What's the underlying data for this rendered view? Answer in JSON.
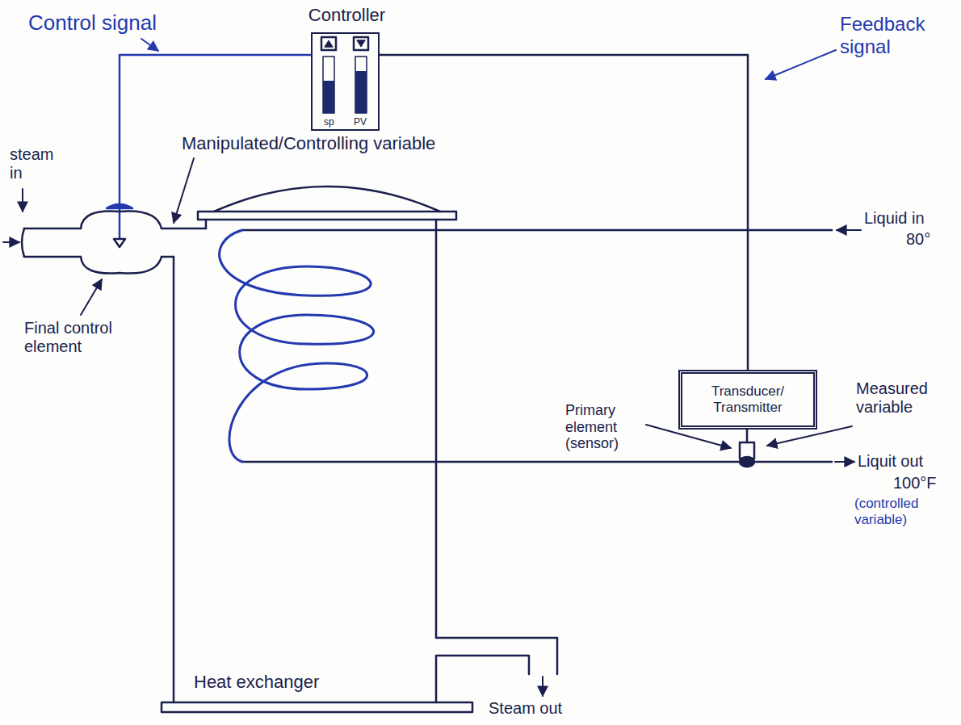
{
  "diagram": {
    "nodes": [
      {
        "text": [
          "Controller",
          "sp",
          "PV"
        ]
      },
      {
        "text": [
          "Transducer/ Transmitter"
        ]
      },
      {
        "text": [
          "Heat exchanger"
        ]
      }
    ],
    "edges": [
      {
        "from": 1,
        "to": 0,
        "arrow": "none"
      }
    ],
    "labels": [
      "Control signal",
      "Feedback signal",
      "Manipulated/Controlling variable",
      "steam in",
      "Final control element",
      "Liquid in",
      "80°",
      "Primary element (sensor)",
      "Measured variable",
      "Liquit out",
      "100°F",
      "(controlled variable)",
      "Steam out"
    ]
  }
}
